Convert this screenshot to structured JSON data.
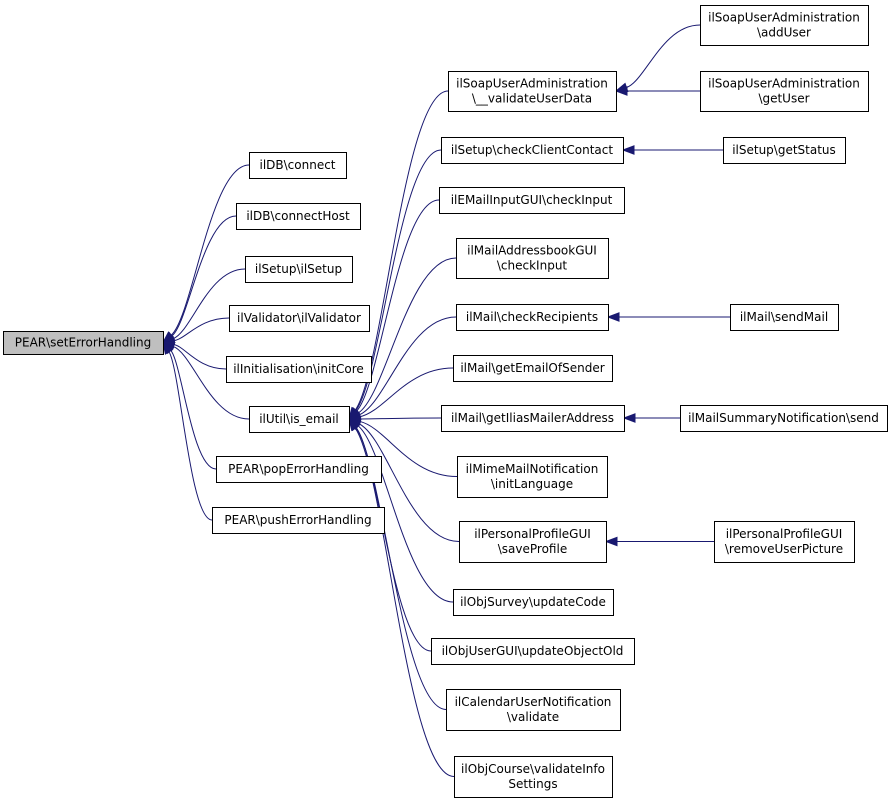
{
  "graph": {
    "colors": {
      "edge": "#191970",
      "node_border": "#000000",
      "root_fill": "#bfbfbf",
      "node_fill": "#ffffff"
    },
    "nodes": {
      "root": [
        "PEAR\\setErrorHandling"
      ],
      "connect": [
        "ilDB\\connect"
      ],
      "connectHost": [
        "ilDB\\connectHost"
      ],
      "ilSetup": [
        "ilSetup\\ilSetup"
      ],
      "ilValidator": [
        "ilValidator\\ilValidator"
      ],
      "initCore": [
        "ilInitialisation\\initCore"
      ],
      "is_email": [
        "ilUtil\\is_email"
      ],
      "popErrorHandling": [
        "PEAR\\popErrorHandling"
      ],
      "pushErrorHandling": [
        "PEAR\\pushErrorHandling"
      ],
      "validateUserData": [
        "ilSoapUserAdministration",
        "\\__validateUserData"
      ],
      "checkClientContact": [
        "ilSetup\\checkClientContact"
      ],
      "emailCheckInput": [
        "ilEMailInputGUI\\checkInput"
      ],
      "addressbookCheckInput": [
        "ilMailAddressbookGUI",
        "\\checkInput"
      ],
      "checkRecipients": [
        "ilMail\\checkRecipients"
      ],
      "getEmailOfSender": [
        "ilMail\\getEmailOfSender"
      ],
      "getIliasMailerAddress": [
        "ilMail\\getIliasMailerAddress"
      ],
      "initLanguage": [
        "ilMimeMailNotification",
        "\\initLanguage"
      ],
      "saveProfile": [
        "ilPersonalProfileGUI",
        "\\saveProfile"
      ],
      "updateCode": [
        "ilObjSurvey\\updateCode"
      ],
      "updateObjectOld": [
        "ilObjUserGUI\\updateObjectOld"
      ],
      "calendarValidate": [
        "ilCalendarUserNotification",
        "\\validate"
      ],
      "validateInfoSettings": [
        "ilObjCourse\\validateInfo",
        "Settings"
      ],
      "addUser": [
        "ilSoapUserAdministration",
        "\\addUser"
      ],
      "getUser": [
        "ilSoapUserAdministration",
        "\\getUser"
      ],
      "getStatus": [
        "ilSetup\\getStatus"
      ],
      "sendMail": [
        "ilMail\\sendMail"
      ],
      "summarySend": [
        "ilMailSummaryNotification\\send"
      ],
      "removeUserPicture": [
        "ilPersonalProfileGUI",
        "\\removeUserPicture"
      ]
    },
    "edges": [
      [
        "connect",
        "root"
      ],
      [
        "connectHost",
        "root"
      ],
      [
        "ilSetup",
        "root"
      ],
      [
        "ilValidator",
        "root"
      ],
      [
        "initCore",
        "root"
      ],
      [
        "is_email",
        "root"
      ],
      [
        "popErrorHandling",
        "root"
      ],
      [
        "pushErrorHandling",
        "root"
      ],
      [
        "validateUserData",
        "is_email"
      ],
      [
        "checkClientContact",
        "is_email"
      ],
      [
        "emailCheckInput",
        "is_email"
      ],
      [
        "addressbookCheckInput",
        "is_email"
      ],
      [
        "checkRecipients",
        "is_email"
      ],
      [
        "getEmailOfSender",
        "is_email"
      ],
      [
        "getIliasMailerAddress",
        "is_email"
      ],
      [
        "initLanguage",
        "is_email"
      ],
      [
        "saveProfile",
        "is_email"
      ],
      [
        "updateCode",
        "is_email"
      ],
      [
        "updateObjectOld",
        "is_email"
      ],
      [
        "calendarValidate",
        "is_email"
      ],
      [
        "validateInfoSettings",
        "is_email"
      ],
      [
        "addUser",
        "validateUserData"
      ],
      [
        "getUser",
        "validateUserData"
      ],
      [
        "getStatus",
        "checkClientContact"
      ],
      [
        "sendMail",
        "checkRecipients"
      ],
      [
        "summarySend",
        "getIliasMailerAddress"
      ],
      [
        "removeUserPicture",
        "saveProfile"
      ]
    ]
  }
}
